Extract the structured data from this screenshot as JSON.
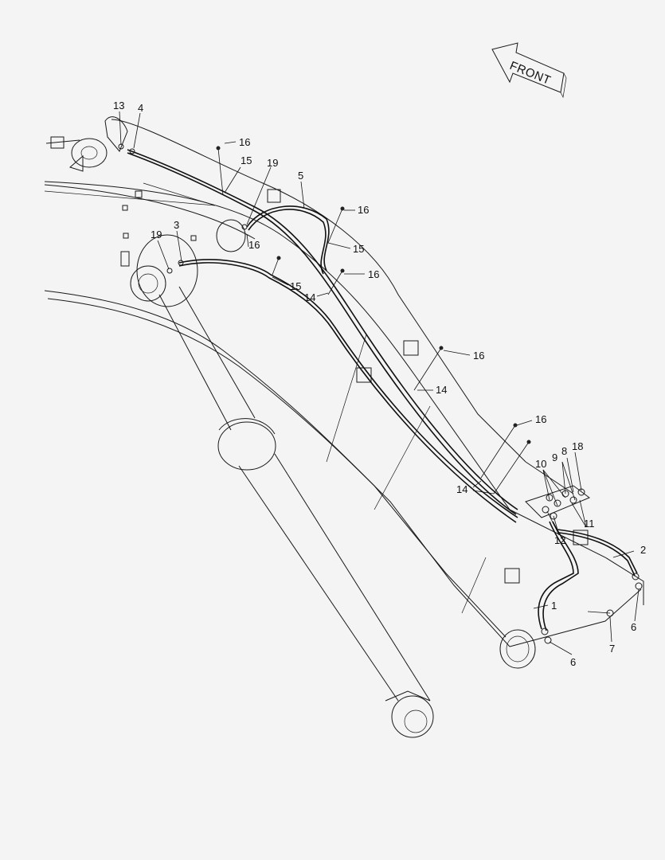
{
  "direction_label": "FRONT",
  "callouts": [
    {
      "id": "c13",
      "text": "13"
    },
    {
      "id": "c4",
      "text": "4"
    },
    {
      "id": "c16a",
      "text": "16"
    },
    {
      "id": "c15a",
      "text": "15"
    },
    {
      "id": "c19a",
      "text": "19"
    },
    {
      "id": "c5",
      "text": "5"
    },
    {
      "id": "c16b",
      "text": "16"
    },
    {
      "id": "c3",
      "text": "3"
    },
    {
      "id": "c19b",
      "text": "19"
    },
    {
      "id": "c16c",
      "text": "16"
    },
    {
      "id": "c15b",
      "text": "15"
    },
    {
      "id": "c16d",
      "text": "16"
    },
    {
      "id": "c15c",
      "text": "15"
    },
    {
      "id": "c14a",
      "text": "14"
    },
    {
      "id": "c16e",
      "text": "16"
    },
    {
      "id": "c14b",
      "text": "14"
    },
    {
      "id": "c16f",
      "text": "16"
    },
    {
      "id": "c10",
      "text": "10"
    },
    {
      "id": "c9",
      "text": "9"
    },
    {
      "id": "c8",
      "text": "8"
    },
    {
      "id": "c18",
      "text": "18"
    },
    {
      "id": "c14c",
      "text": "14"
    },
    {
      "id": "c11",
      "text": "11"
    },
    {
      "id": "c12",
      "text": "12"
    },
    {
      "id": "c2",
      "text": "2"
    },
    {
      "id": "c1",
      "text": "1"
    },
    {
      "id": "c6a",
      "text": "6"
    },
    {
      "id": "c7",
      "text": "7"
    },
    {
      "id": "c6b",
      "text": "6"
    }
  ]
}
